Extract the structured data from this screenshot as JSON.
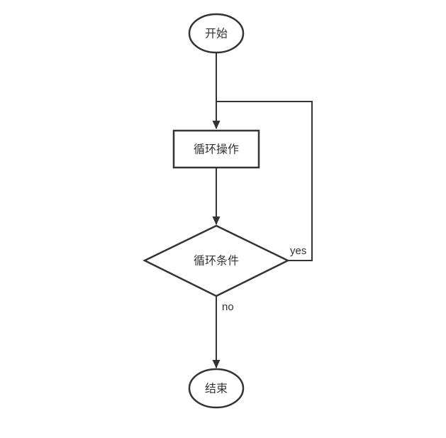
{
  "diagram": {
    "type": "flowchart",
    "nodes": {
      "start": {
        "label": "开始",
        "shape": "ellipse"
      },
      "process": {
        "label": "循环操作",
        "shape": "rectangle"
      },
      "decision": {
        "label": "循环条件",
        "shape": "diamond"
      },
      "end": {
        "label": "结束",
        "shape": "ellipse"
      }
    },
    "edges": {
      "start_to_process": {
        "label": ""
      },
      "process_to_decision": {
        "label": ""
      },
      "yes": {
        "label": "yes"
      },
      "no": {
        "label": "no"
      }
    },
    "colors": {
      "stroke": "#333333",
      "fill": "#ffffff",
      "background": "#ffffff",
      "text": "#333333"
    }
  }
}
